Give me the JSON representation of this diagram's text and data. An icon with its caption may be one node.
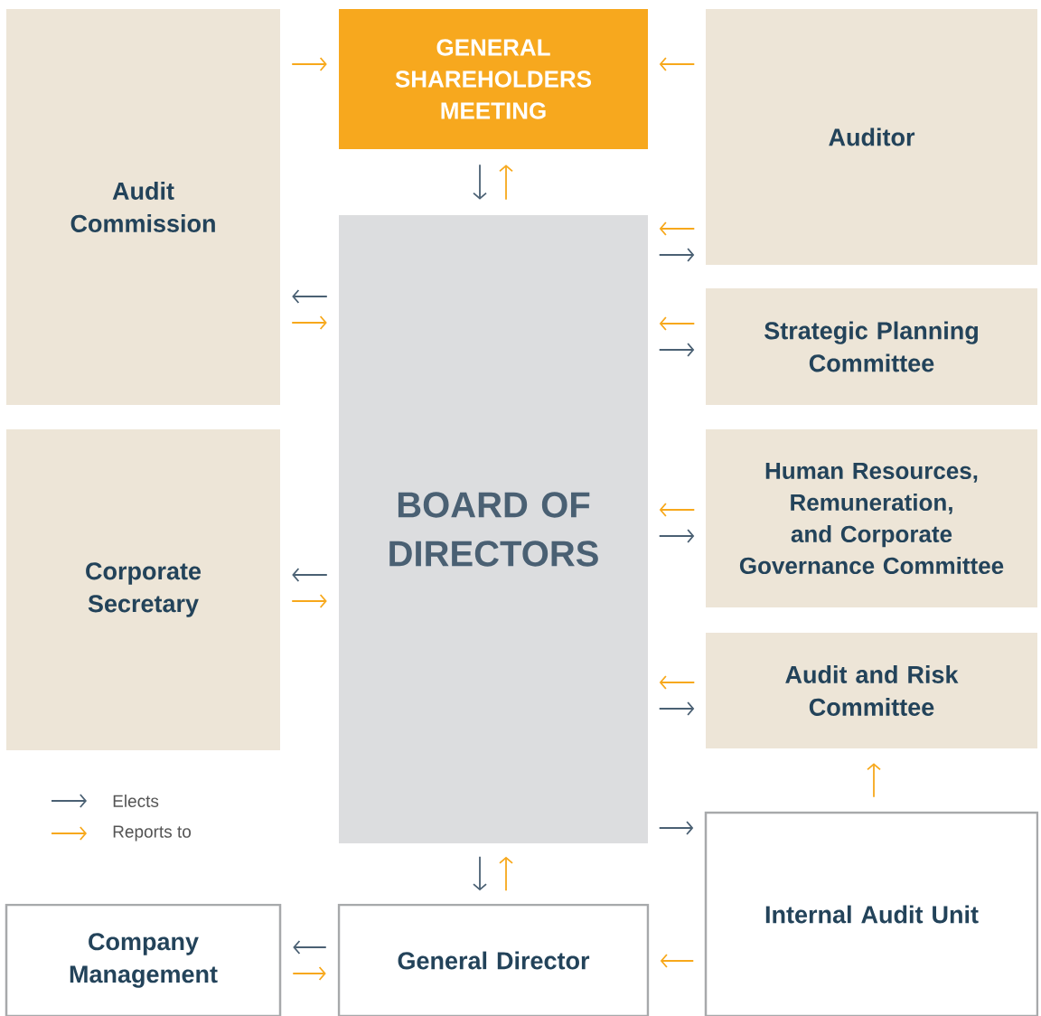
{
  "diagram": {
    "nodes": [
      {
        "text": [
          "GENERAL SHAREHOLDERS MEETING"
        ]
      },
      {
        "text": [
          "Audit Commission"
        ]
      },
      {
        "text": [
          "Auditor"
        ]
      },
      {
        "text": [
          "BOARD OF DIRECTORS"
        ]
      },
      {
        "text": [
          "Strategic Planning Committee"
        ]
      },
      {
        "text": [
          "Corporate Secretary"
        ]
      },
      {
        "text": [
          "Human Resources, Remuneration, and Corporate Governance Committee"
        ]
      },
      {
        "text": [
          "Audit and Risk Committee"
        ]
      },
      {
        "text": [
          "Internal Audit Unit"
        ]
      },
      {
        "text": [
          "Company Management"
        ]
      },
      {
        "text": [
          "General Director"
        ]
      }
    ],
    "edges": [
      {
        "from": 1,
        "to": 0,
        "arrow": "to"
      },
      {
        "from": 2,
        "to": 0,
        "arrow": "to"
      },
      {
        "from": 0,
        "to": 3,
        "arrow": "to",
        "color": "#4a6073"
      },
      {
        "from": 3,
        "to": 0,
        "arrow": "to"
      },
      {
        "from": 3,
        "to": 1,
        "arrow": "to",
        "color": "#4a6073"
      },
      {
        "from": 1,
        "to": 3,
        "arrow": "to"
      },
      {
        "from": 2,
        "to": 3,
        "arrow": "to"
      },
      {
        "from": 3,
        "to": 2,
        "arrow": "to",
        "color": "#4a6073"
      },
      {
        "from": 4,
        "to": 3,
        "arrow": "to"
      },
      {
        "from": 3,
        "to": 4,
        "arrow": "to",
        "color": "#4a6073"
      },
      {
        "from": 3,
        "to": 5,
        "arrow": "to",
        "color": "#4a6073"
      },
      {
        "from": 5,
        "to": 3,
        "arrow": "to"
      },
      {
        "from": 6,
        "to": 3,
        "arrow": "to"
      },
      {
        "from": 3,
        "to": 6,
        "arrow": "to",
        "color": "#4a6073"
      },
      {
        "from": 7,
        "to": 3,
        "arrow": "to"
      },
      {
        "from": 3,
        "to": 7,
        "arrow": "to",
        "color": "#4a6073"
      },
      {
        "from": 8,
        "to": 7,
        "arrow": "to"
      },
      {
        "from": 3,
        "to": 8,
        "arrow": "to",
        "color": "#4a6073"
      },
      {
        "from": 3,
        "to": 10,
        "arrow": "to",
        "color": "#4a6073"
      },
      {
        "from": 10,
        "to": 3,
        "arrow": "to"
      },
      {
        "from": 10,
        "to": 9,
        "arrow": "to",
        "color": "#4a6073"
      },
      {
        "from": 9,
        "to": 10,
        "arrow": "to"
      },
      {
        "from": 8,
        "to": 10,
        "arrow": "to"
      }
    ],
    "legend": [
      {
        "text": "Elects"
      },
      {
        "text": "Reports to"
      }
    ]
  }
}
